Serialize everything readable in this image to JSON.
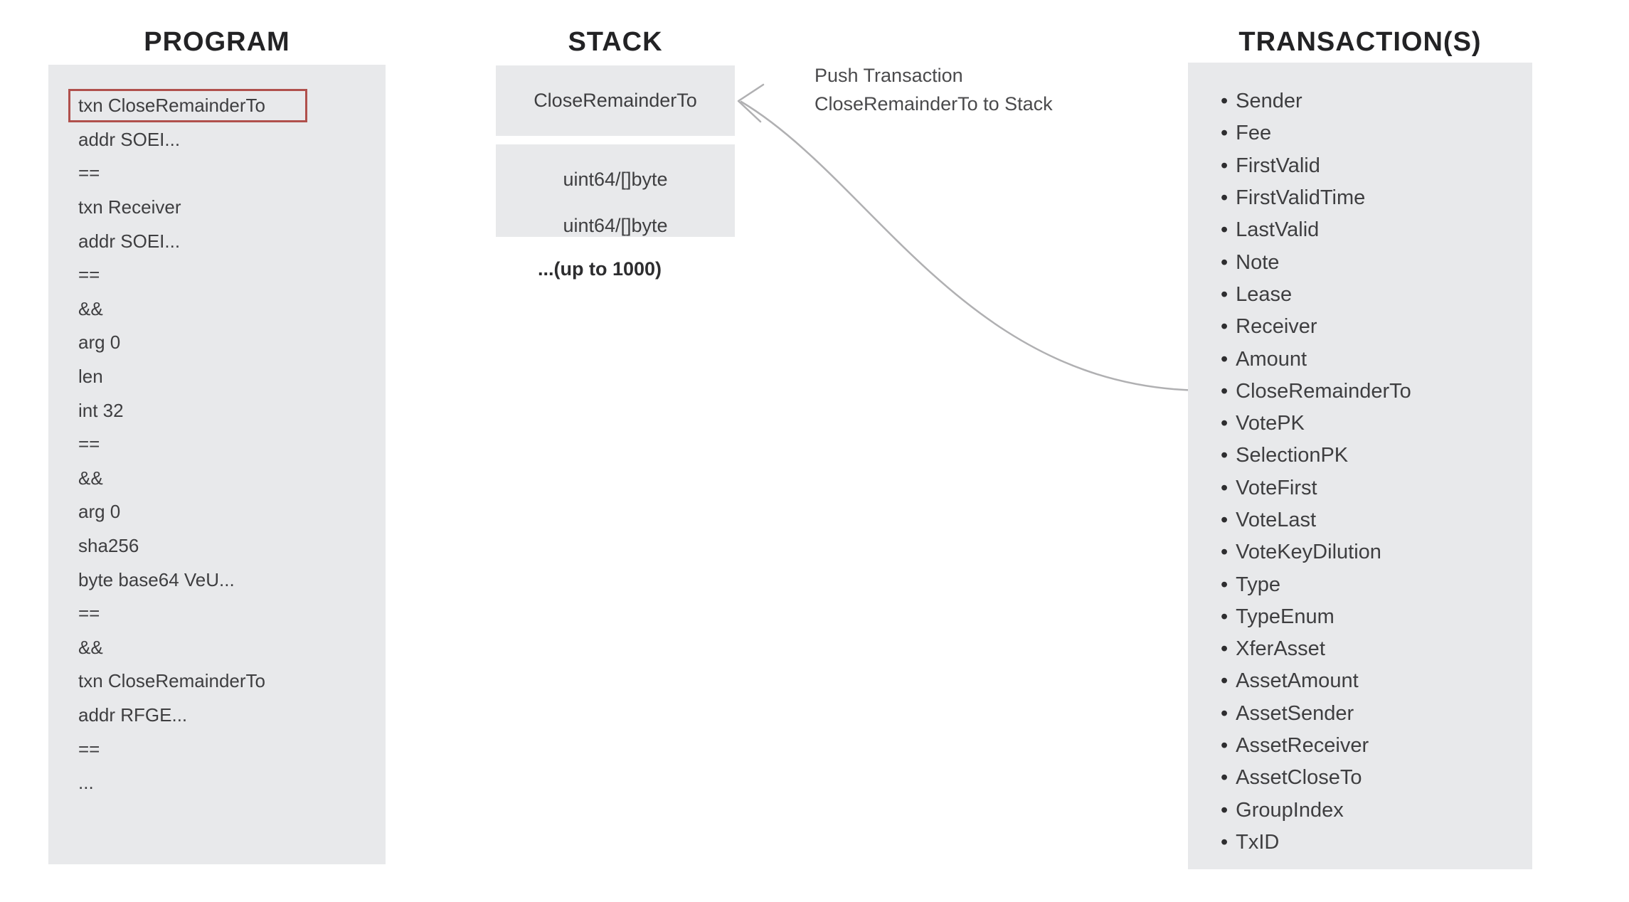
{
  "headings": {
    "program": "PROGRAM",
    "stack": "STACK",
    "transactions": "TRANSACTION(S)"
  },
  "program": {
    "lines": [
      {
        "text": "txn CloseRemainderTo",
        "boxed": true
      },
      {
        "text": "addr SOEI..."
      },
      {
        "text": "=="
      },
      {
        "text": "txn Receiver"
      },
      {
        "text": "addr SOEI..."
      },
      {
        "text": "=="
      },
      {
        "text": "&&"
      },
      {
        "text": "arg 0"
      },
      {
        "text": "len"
      },
      {
        "text": "int 32"
      },
      {
        "text": "=="
      },
      {
        "text": "&&"
      },
      {
        "text": "arg 0"
      },
      {
        "text": "sha256"
      },
      {
        "text": "byte base64 VeU..."
      },
      {
        "text": "=="
      },
      {
        "text": "&&"
      },
      {
        "text": "txn CloseRemainderTo"
      },
      {
        "text": "addr RFGE..."
      },
      {
        "text": "=="
      },
      {
        "text": "..."
      }
    ]
  },
  "stack": {
    "items": [
      {
        "text": "CloseRemainderTo"
      },
      {
        "text": "uint64/[]byte"
      },
      {
        "text": "uint64/[]byte"
      }
    ],
    "note": "...(up to 1000)"
  },
  "annotation": {
    "line1": "Push Transaction",
    "line2": "CloseRemainderTo to Stack"
  },
  "transactions": {
    "bullet": "•",
    "items": [
      {
        "text": "Sender"
      },
      {
        "text": "Fee"
      },
      {
        "text": "FirstValid"
      },
      {
        "text": "FirstValidTime"
      },
      {
        "text": "LastValid"
      },
      {
        "text": "Note"
      },
      {
        "text": "Lease"
      },
      {
        "text": "Receiver"
      },
      {
        "text": "Amount"
      },
      {
        "text": "CloseRemainderTo"
      },
      {
        "text": "VotePK"
      },
      {
        "text": "SelectionPK"
      },
      {
        "text": "VoteFirst"
      },
      {
        "text": "VoteLast"
      },
      {
        "text": "VoteKeyDilution"
      },
      {
        "text": "Type"
      },
      {
        "text": "TypeEnum"
      },
      {
        "text": "XferAsset"
      },
      {
        "text": "AssetAmount"
      },
      {
        "text": "AssetSender"
      },
      {
        "text": "AssetReceiver"
      },
      {
        "text": "AssetCloseTo"
      },
      {
        "text": "GroupIndex"
      },
      {
        "text": "TxID"
      }
    ]
  },
  "colors": {
    "panel_bg": "#e8e9eb",
    "highlight_red": "#b0504c",
    "arrow_gray": "#b0b0b2",
    "body_text": "#3e3e40",
    "heading_text": "#232325"
  }
}
